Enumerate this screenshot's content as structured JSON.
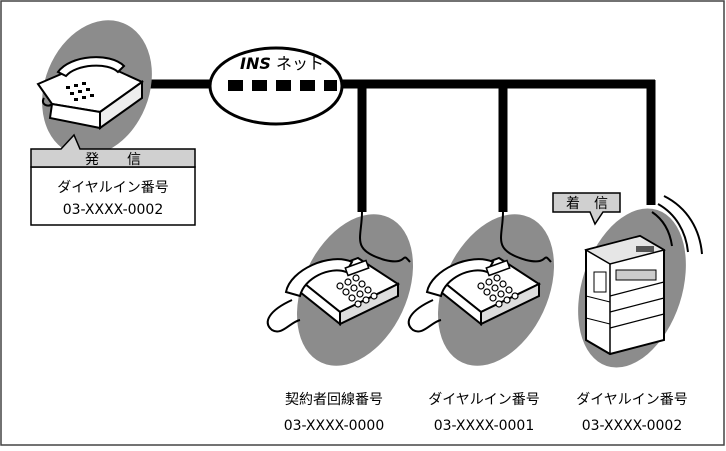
{
  "network": {
    "label_bold": "INS",
    "label_rest": " ネット"
  },
  "sender": {
    "tab_label": "発　　信",
    "line_type": "ダイヤルイン番号",
    "number": "03-XXXX-0002"
  },
  "receiver_tab": {
    "label": "着　信"
  },
  "devices": [
    {
      "line_type": "契約者回線番号",
      "number": "03-XXXX-0000"
    },
    {
      "line_type": "ダイヤルイン番号",
      "number": "03-XXXX-0001"
    },
    {
      "line_type": "ダイヤルイン番号",
      "number": "03-XXXX-0002"
    }
  ],
  "colors": {
    "blob": "#8c8c8c",
    "line": "#000000",
    "tab": "#d0d0d0"
  }
}
